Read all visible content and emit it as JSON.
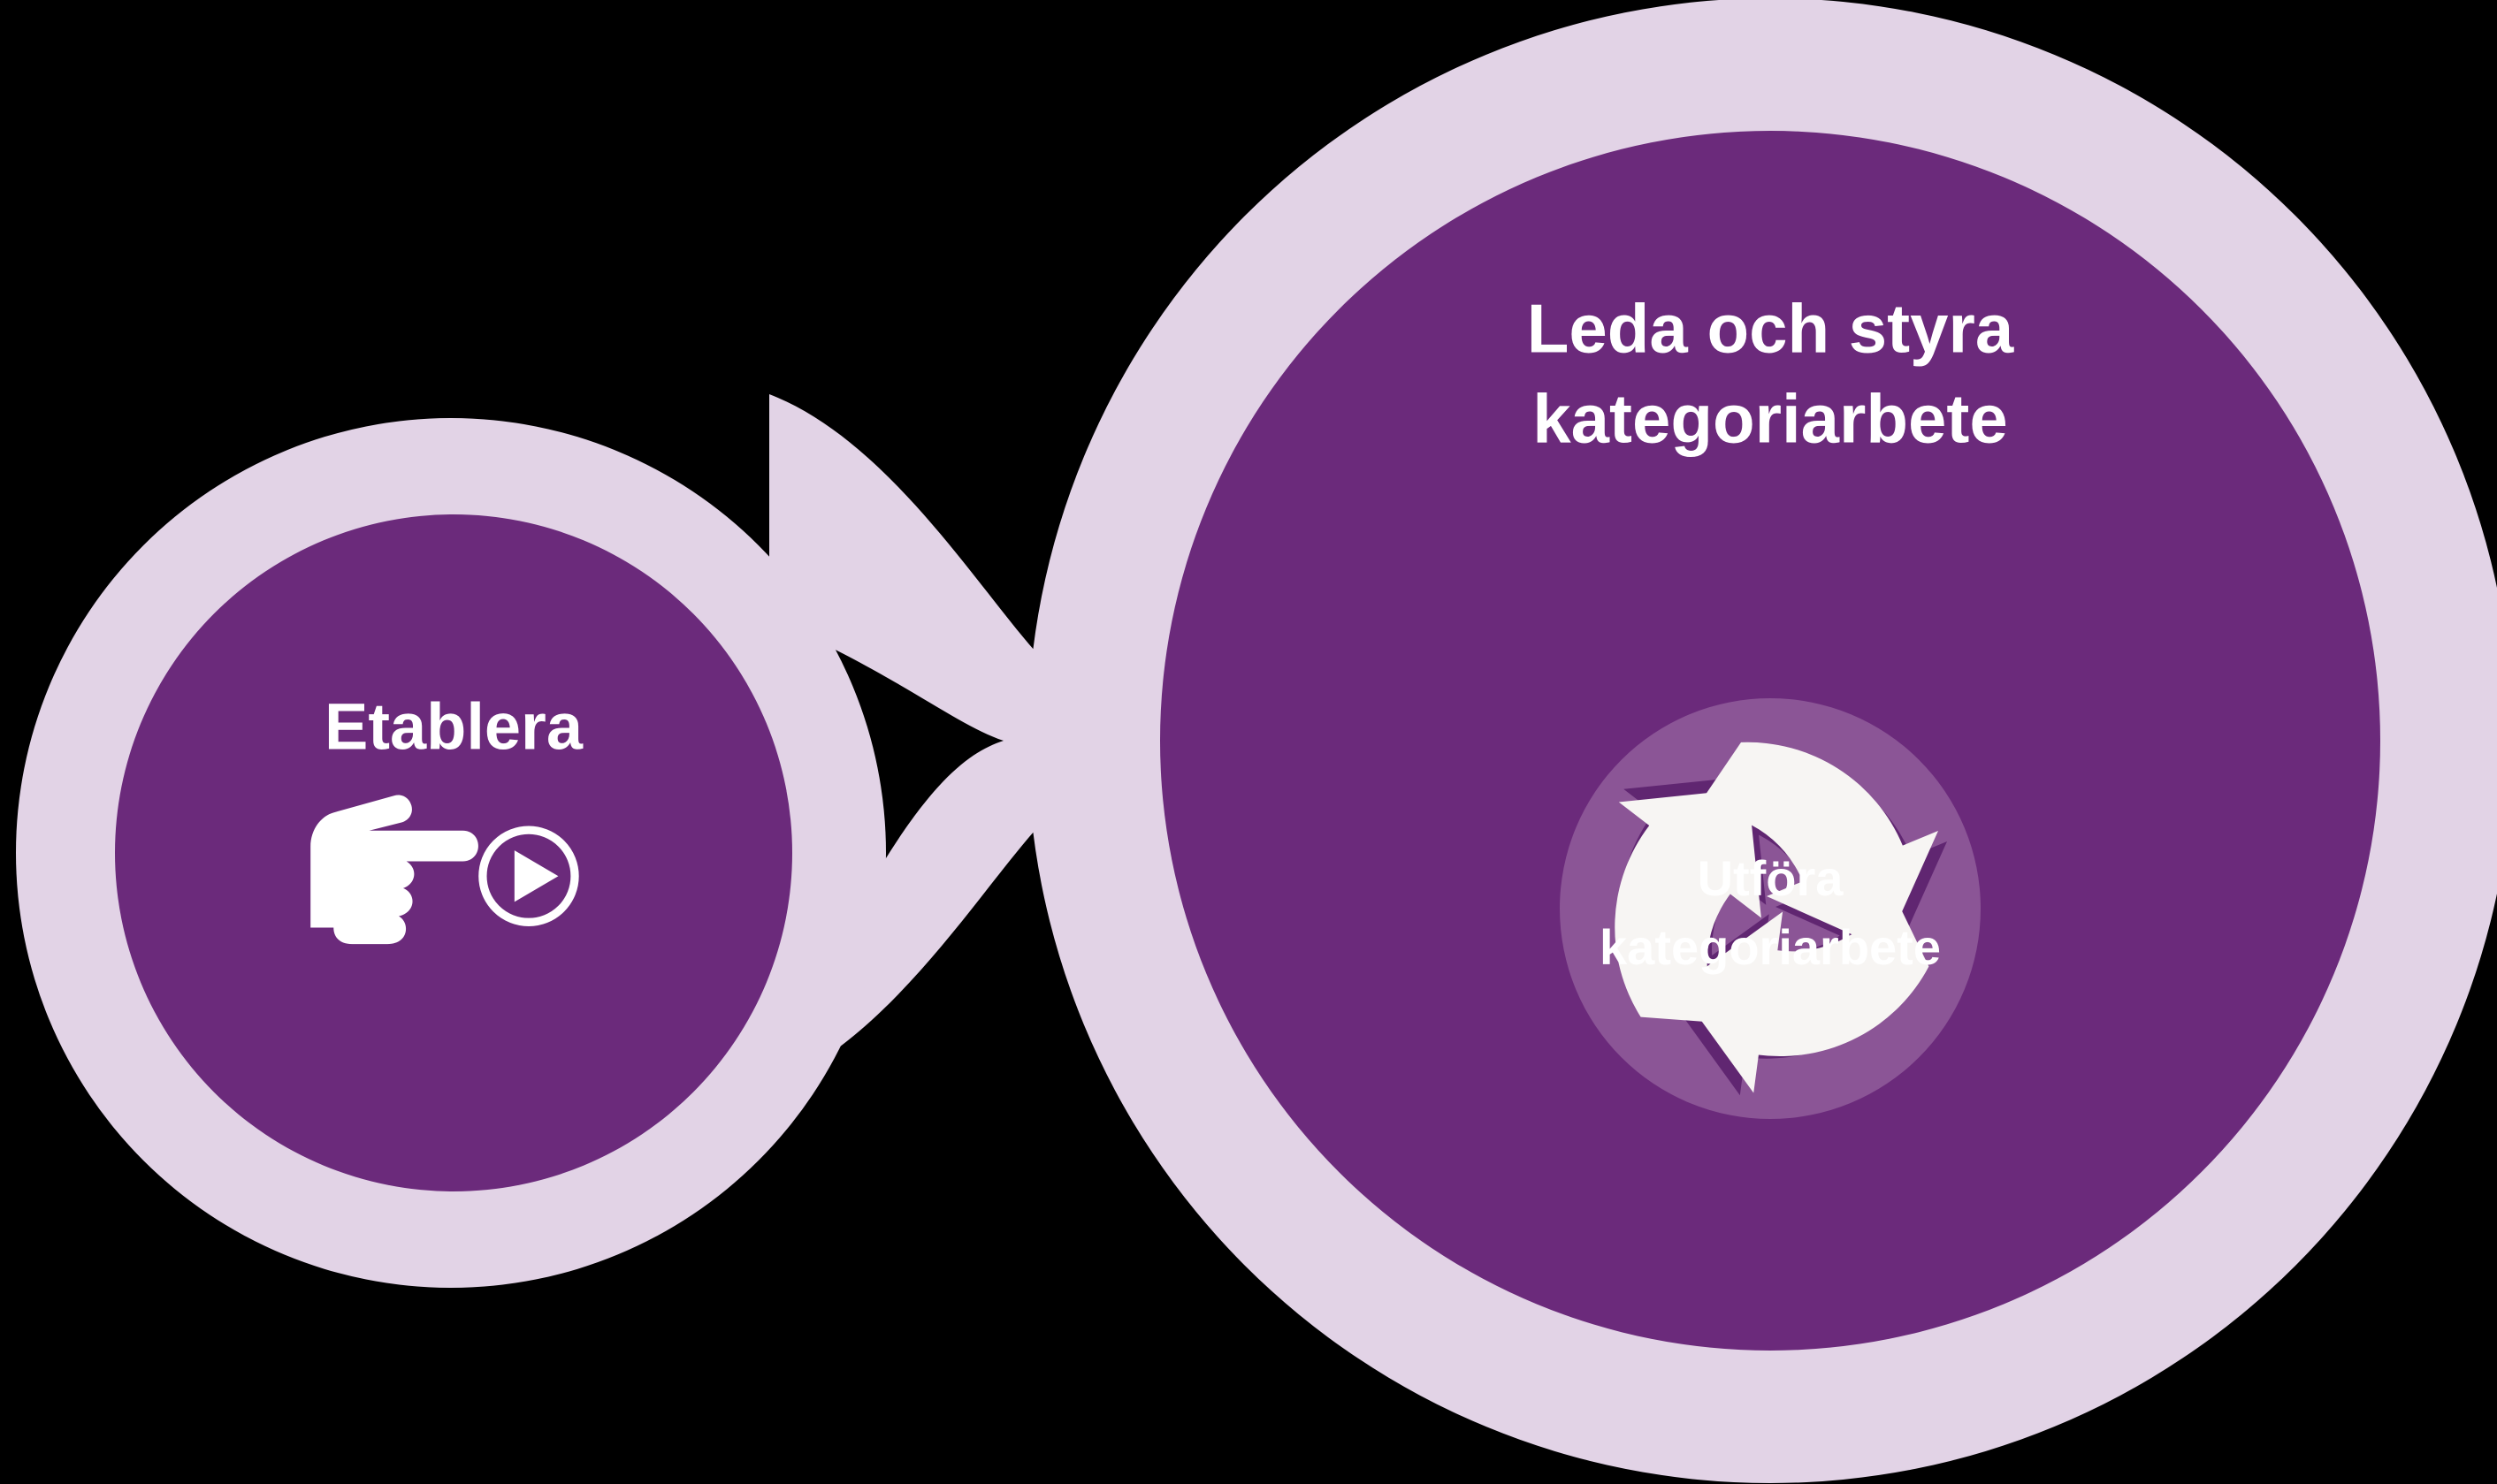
{
  "diagram": {
    "type": "infinity-loop-process-diagram",
    "language": "sv",
    "background_color": "#000000",
    "colors": {
      "halo_light_purple": "#E2D3E6",
      "primary_purple": "#6B2A7B",
      "inner_disc_purple": "#8B5596",
      "arrow_white": "#F7F5F3",
      "text_white": "#FFFFFF",
      "shadow_purple": "#5E2470"
    },
    "left_lobe": {
      "title": "Etablera",
      "icon": "pointing-hand-pressing-play-button"
    },
    "right_lobe": {
      "title_line_1": "Leda och styra",
      "title_line_2": "kategoriarbete",
      "cycle": {
        "icon": "three-arrow-circular-cycle-clockwise",
        "arrow_count": 3,
        "direction": "clockwise",
        "inner_label_line_1": "Utföra",
        "inner_label_line_2": "kategoriarbete"
      }
    }
  }
}
